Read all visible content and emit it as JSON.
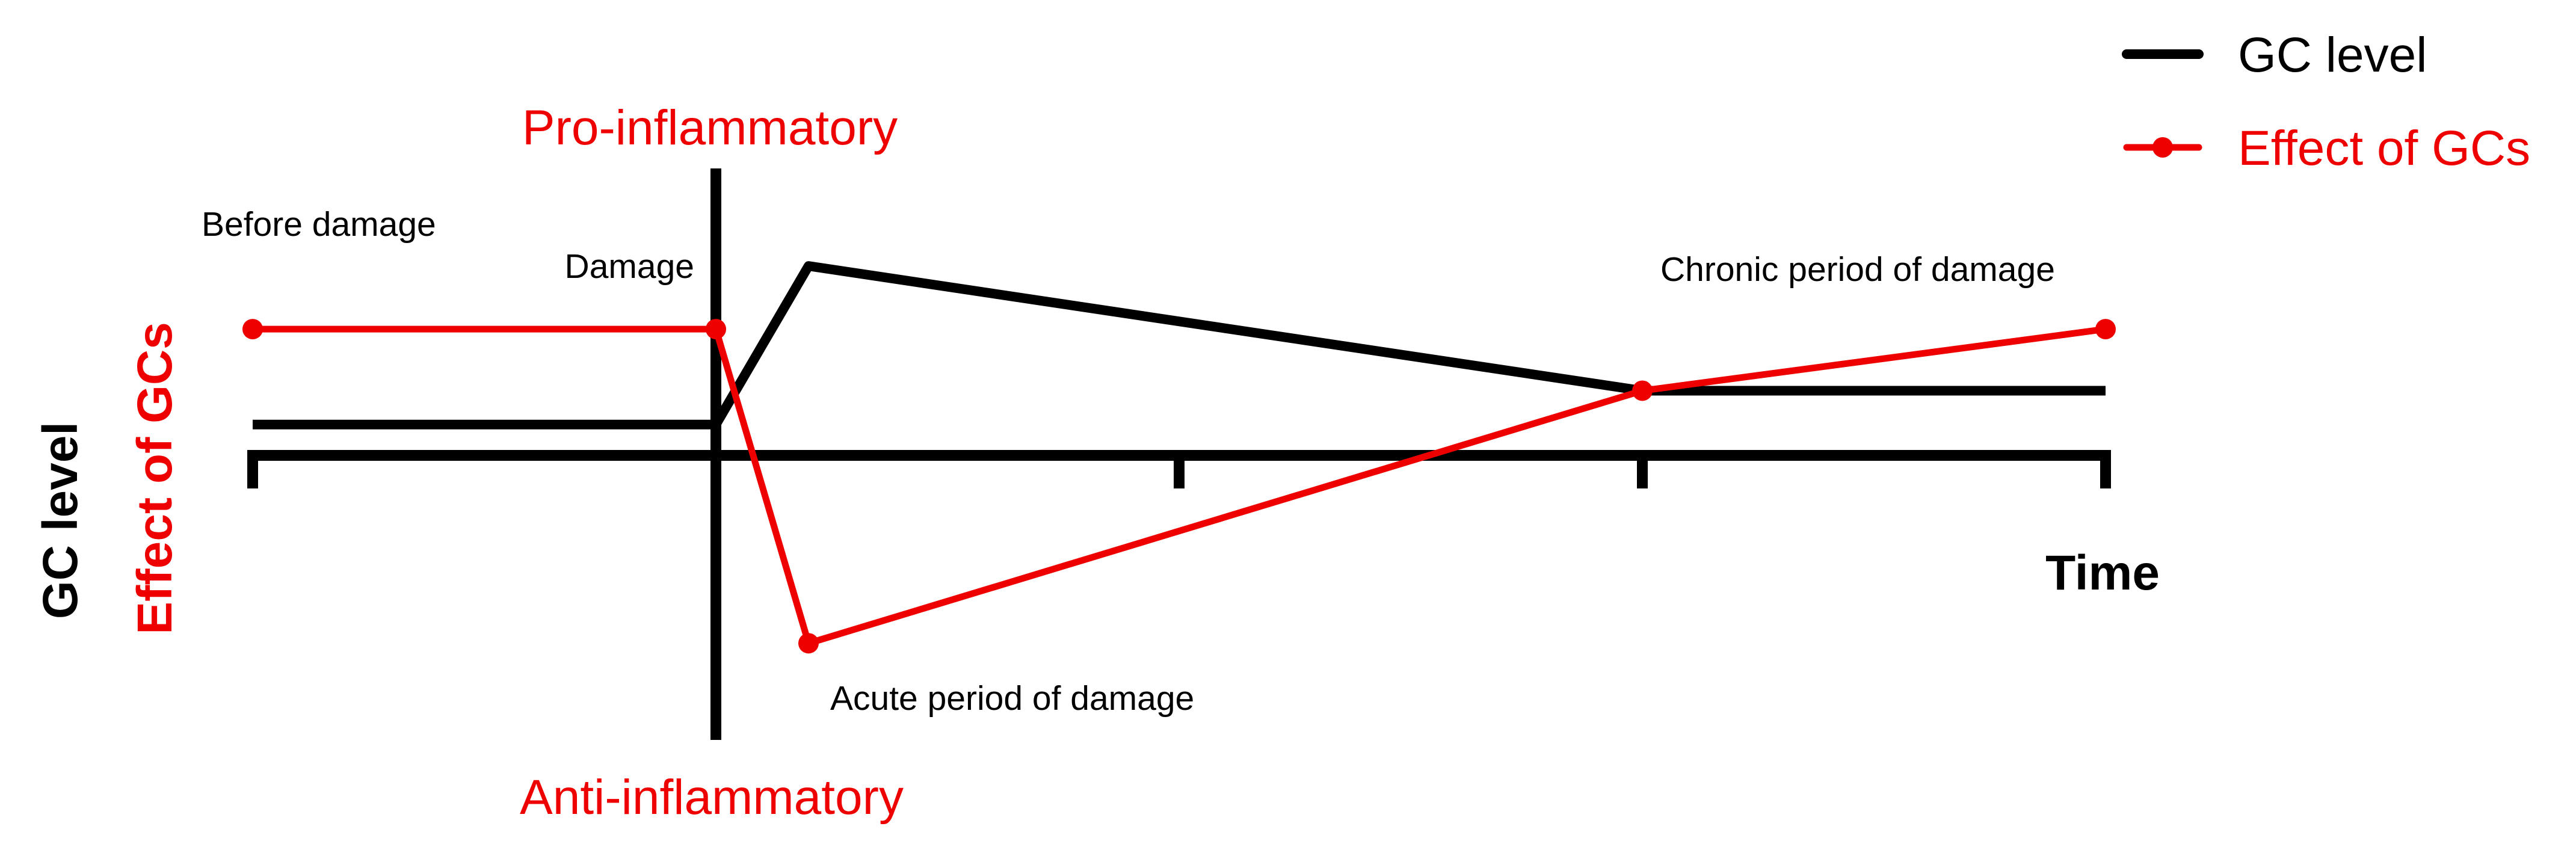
{
  "chart_data": {
    "type": "line",
    "colors": {
      "gc": "#000000",
      "effect": "#ee0000"
    },
    "x_ticks": [
      0,
      1,
      2,
      3,
      4
    ],
    "damage_x": 1,
    "series": [
      {
        "name": "GC level",
        "key": "gc",
        "x": [
          0,
          1,
          1.2,
          3,
          4
        ],
        "y": [
          0.4,
          0.4,
          2.46,
          0.84,
          0.84
        ],
        "markers": false
      },
      {
        "name": "Effect of GCs",
        "key": "effect",
        "x": [
          0,
          1,
          1.2,
          3,
          4
        ],
        "y": [
          1.64,
          1.64,
          -2.44,
          0.84,
          1.64
        ],
        "markers": true
      }
    ],
    "annotations": {
      "before_damage": "Before damage",
      "damage": "Damage",
      "chronic": "Chronic period of damage",
      "acute": "Acute period of damage",
      "pro": "Pro-inflammatory",
      "anti": "Anti-inflammatory"
    },
    "xlabel": "Time",
    "ylabel_black": "GC level",
    "ylabel_red": "Effect of GCs",
    "legend": {
      "position": "top-right",
      "entries": [
        "GC level",
        "Effect of GCs"
      ]
    }
  }
}
